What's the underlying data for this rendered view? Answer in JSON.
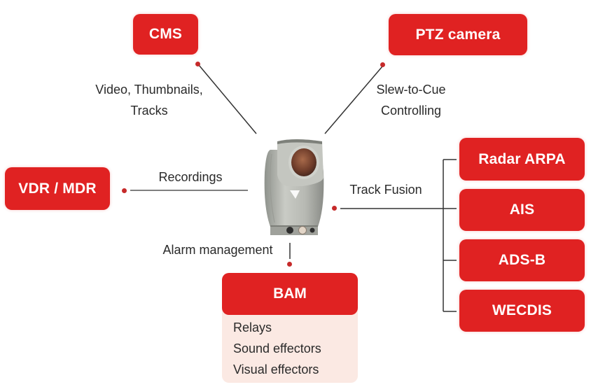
{
  "diagram": {
    "center": {
      "name": "PTZ surveillance camera unit",
      "icon": "camera-icon"
    },
    "nodes": {
      "cms": "CMS",
      "ptz": "PTZ camera",
      "vdr": "VDR / MDR",
      "radar": "Radar ARPA",
      "ais": "AIS",
      "adsb": "ADS-B",
      "wecdis": "WECDIS",
      "bam": "BAM"
    },
    "edge_labels": {
      "cms_line1": "Video, Thumbnails,",
      "cms_line2": "Tracks",
      "ptz_line1": "Slew-to-Cue",
      "ptz_line2": "Controlling",
      "vdr": "Recordings",
      "fusion": "Track Fusion",
      "bam": "Alarm management"
    },
    "bam_items": [
      "Relays",
      "Sound effectors",
      "Visual effectors"
    ],
    "colors": {
      "accent": "#e02222",
      "dot": "#c62a2a",
      "bam_panel": "#fbe9e3",
      "text": "#2a2a2a",
      "line": "#333333"
    }
  }
}
